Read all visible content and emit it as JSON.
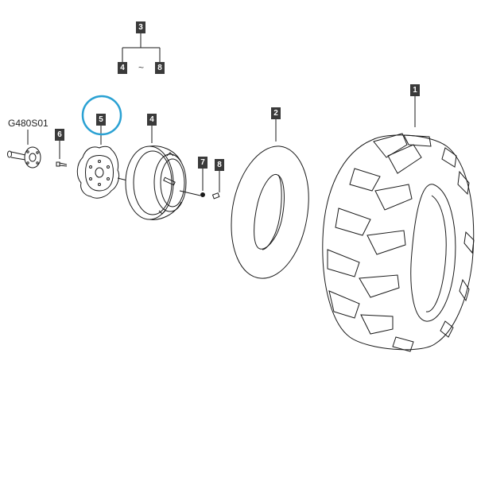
{
  "diagram": {
    "ref_code": "G480S01",
    "range_separator": "~",
    "callouts": {
      "tyre": "1",
      "tube": "2",
      "group": "3",
      "group_start": "4",
      "group_end": "8",
      "rim": "4",
      "disc": "5",
      "bolt": "6",
      "nut": "7",
      "valve": "8"
    },
    "colors": {
      "line": "#1a1a1a",
      "callout_bg": "#3a3a3a",
      "callout_text": "#ffffff",
      "highlight": "#2aa1d3"
    },
    "highlighted_part": "5"
  }
}
